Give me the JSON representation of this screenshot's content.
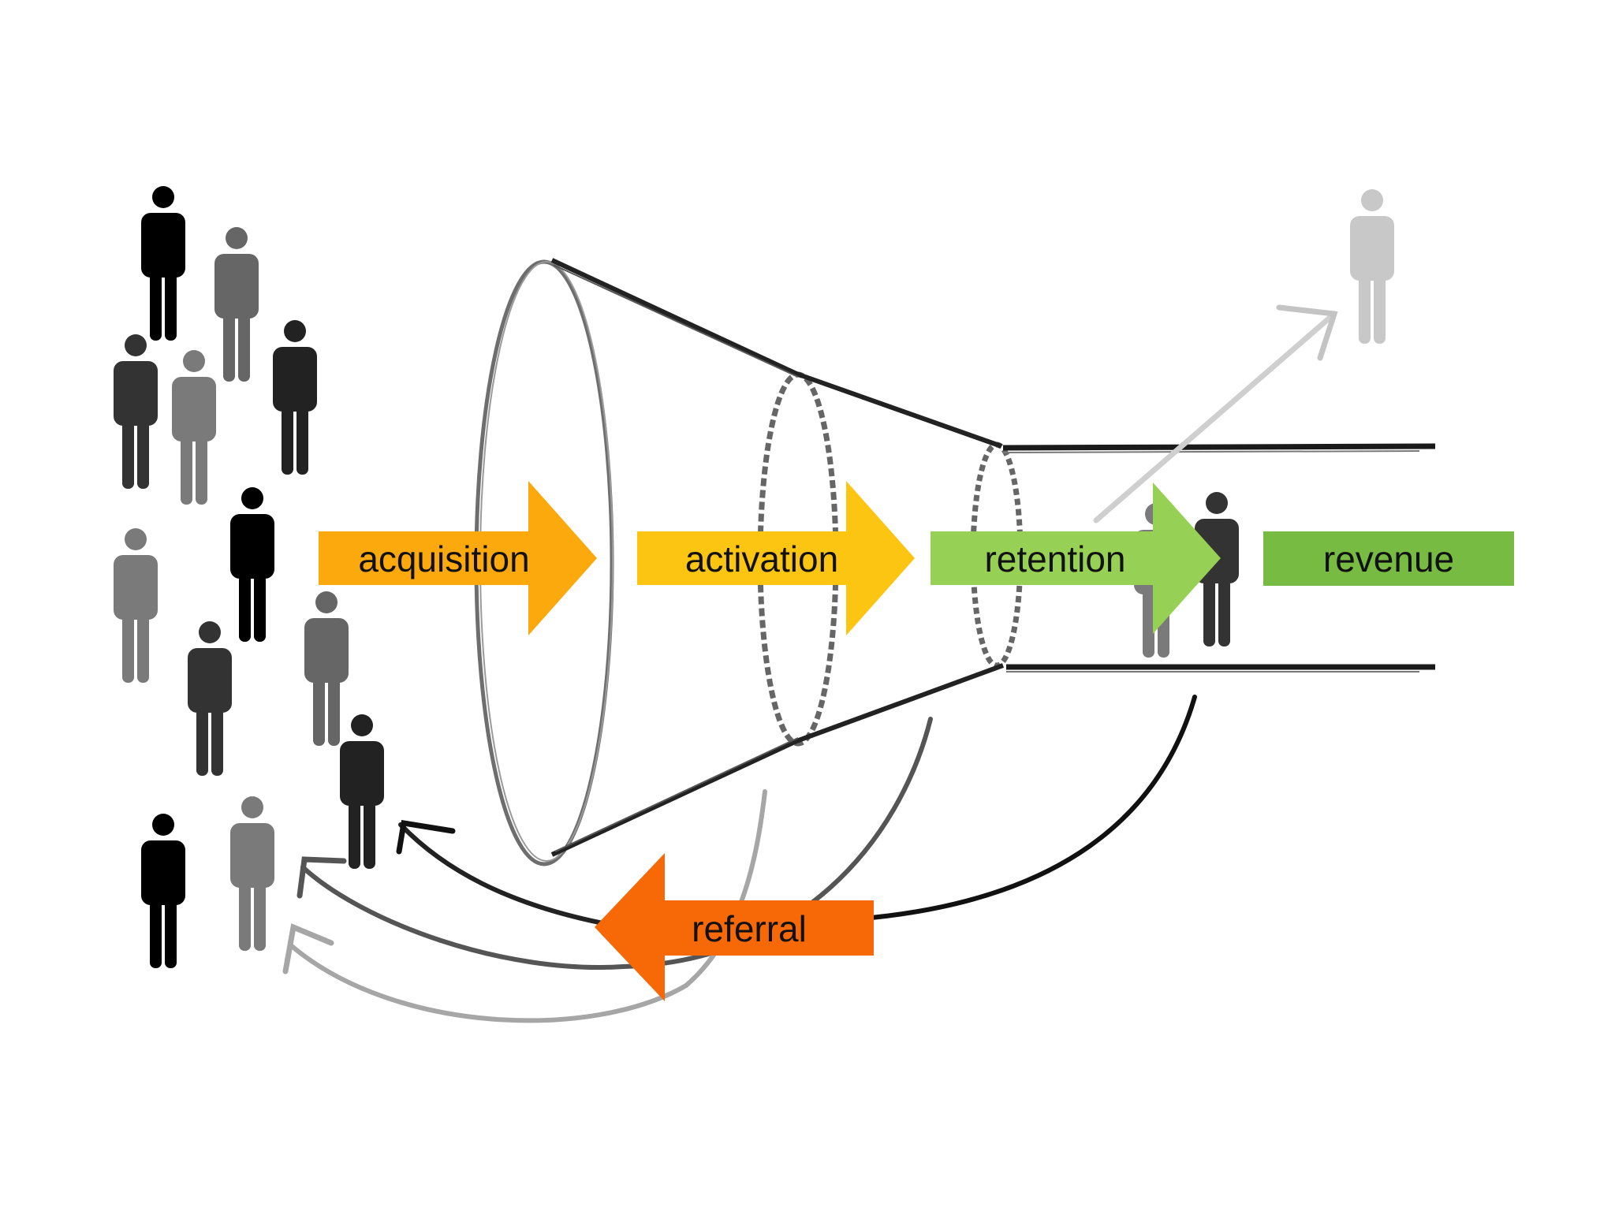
{
  "stages": [
    {
      "key": "acquisition",
      "label": "acquisition",
      "color": "#fba90c"
    },
    {
      "key": "activation",
      "label": "activation",
      "color": "#fcc512"
    },
    {
      "key": "retention",
      "label": "retention",
      "color": "#96d155"
    },
    {
      "key": "revenue",
      "label": "revenue",
      "color": "#77bb43"
    },
    {
      "key": "referral",
      "label": "referral",
      "color": "#f76907"
    }
  ],
  "icons": {
    "person": "person-icon",
    "funnel": "funnel-shape",
    "arrow": "sketch-arrow-icon"
  },
  "crowd_colors": [
    "#000000",
    "#222222",
    "#333333",
    "#666666",
    "#7a7a7a",
    "#c8c8c8"
  ]
}
